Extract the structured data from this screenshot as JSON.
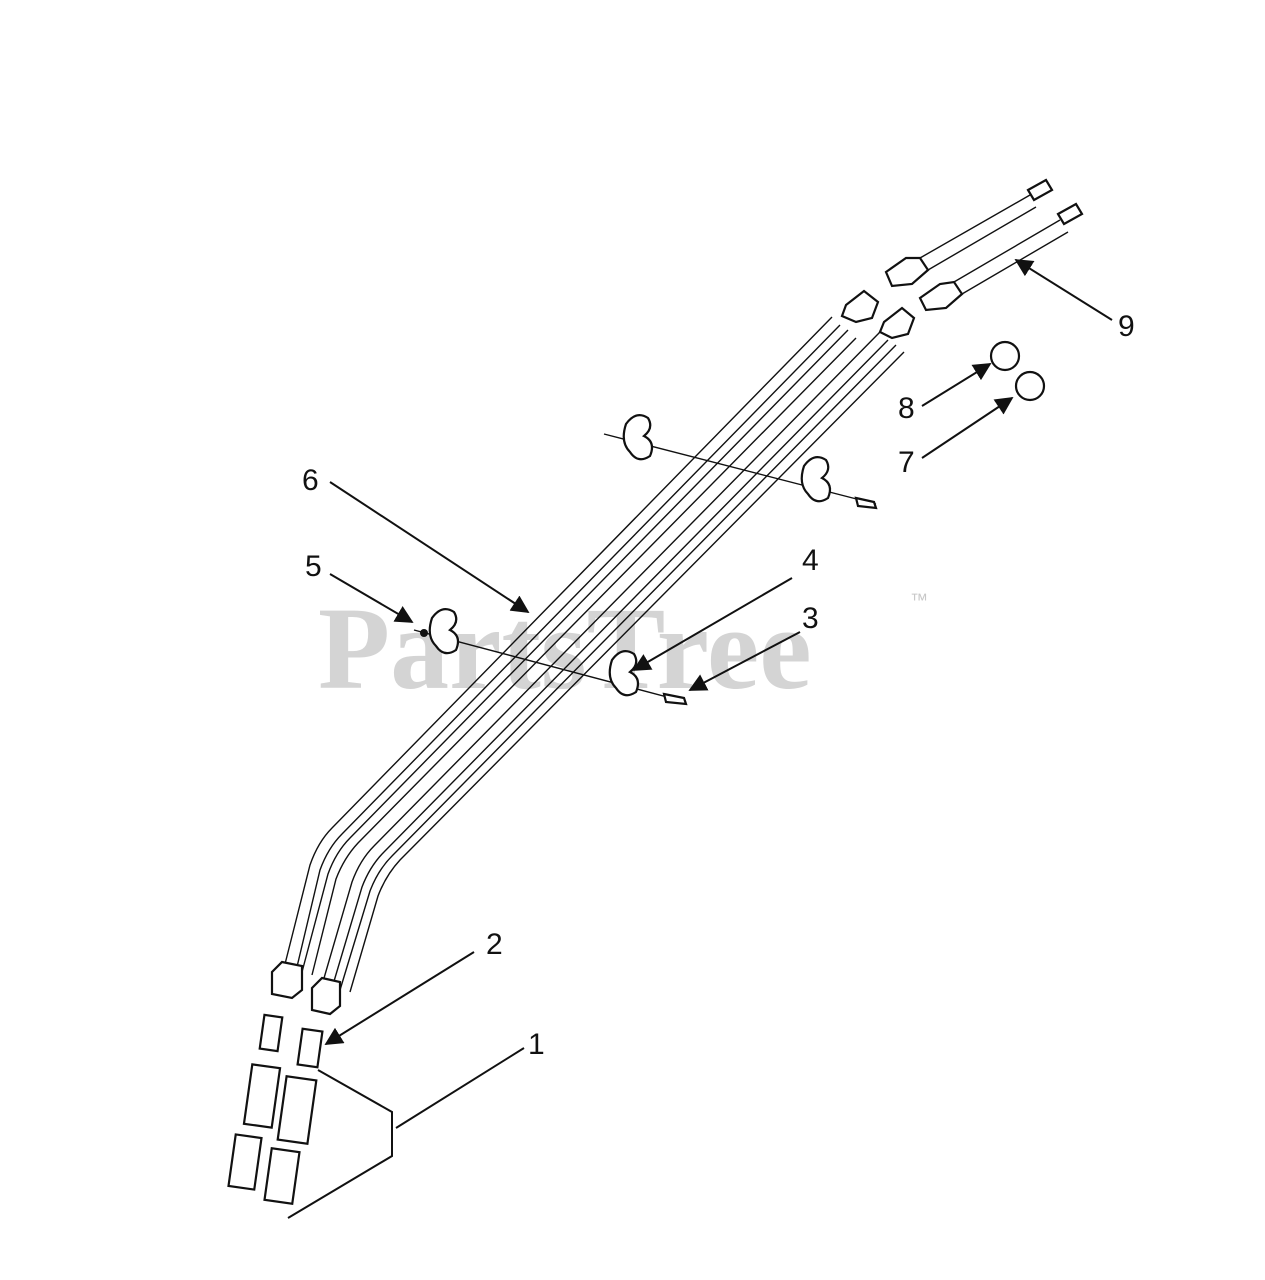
{
  "watermark": {
    "text": "PartsTree",
    "trademark": "™"
  },
  "callouts": [
    {
      "id": "1",
      "label": "1"
    },
    {
      "id": "2",
      "label": "2"
    },
    {
      "id": "3",
      "label": "3"
    },
    {
      "id": "4",
      "label": "4"
    },
    {
      "id": "5",
      "label": "5"
    },
    {
      "id": "6",
      "label": "6"
    },
    {
      "id": "7",
      "label": "7"
    },
    {
      "id": "8",
      "label": "8"
    },
    {
      "id": "9",
      "label": "9"
    }
  ]
}
